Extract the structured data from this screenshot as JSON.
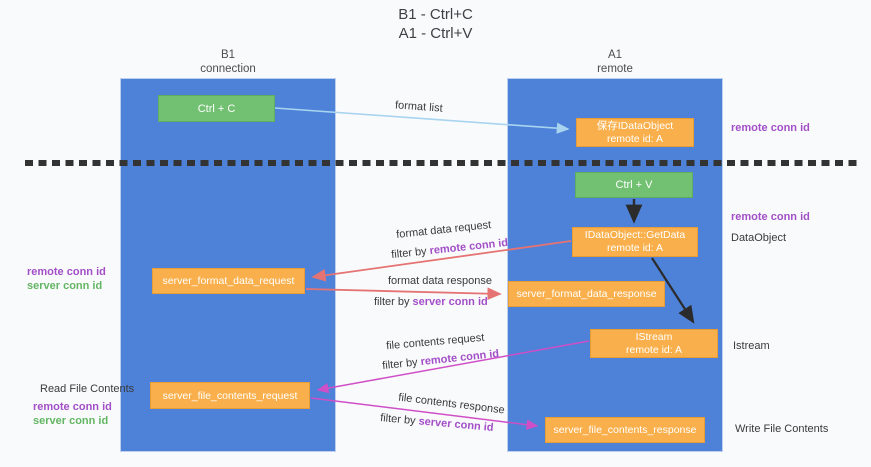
{
  "title": {
    "line1": "B1 - Ctrl+C",
    "line2": "A1 - Ctrl+V"
  },
  "columns": {
    "left": {
      "title": "B1",
      "subtitle": "connection"
    },
    "right": {
      "title": "A1",
      "subtitle": "remote"
    }
  },
  "nodes": {
    "ctrl_c": {
      "label": "Ctrl + C"
    },
    "save_idataobject": {
      "line1": "保存IDataObject",
      "line2": "remote id: A"
    },
    "ctrl_v": {
      "label": "Ctrl + V"
    },
    "getdata": {
      "line1": "IDataObject::GetData",
      "line2": "remote id: A"
    },
    "server_format_data_request": {
      "label": "server_format_data_request"
    },
    "server_format_data_response": {
      "label": "server_format_data_response"
    },
    "istream": {
      "line1": "IStream",
      "line2": "remote id: A"
    },
    "server_file_contents_request": {
      "label": "server_file_contents_request"
    },
    "server_file_contents_response": {
      "label": "server_file_contents_response"
    }
  },
  "edges": {
    "format_list": "format list",
    "format_data_request": "format data request",
    "format_data_response": "format data response",
    "file_contents_request": "file contents request",
    "file_contents_response": "file contents response",
    "filter_by": "filter by",
    "remote_conn_id": "remote conn id",
    "server_conn_id": "server conn id"
  },
  "annotations": {
    "remote_conn_id": "remote conn id",
    "server_conn_id": "server conn id",
    "dataobject": "DataObject",
    "istream": "Istream",
    "read_file_contents": "Read File Contents",
    "write_file_contents": "Write File Contents"
  },
  "colors": {
    "background": "#f9fafb",
    "column_blue": "#4d82d8",
    "box_orange": "#f9b04c",
    "box_green": "#72c072",
    "arrow_red": "#e57373",
    "arrow_magenta": "#cf4fc7",
    "arrow_lightblue": "#a8d4f0",
    "arrow_black": "#2b2b2b",
    "text_purple": "#a24fc8",
    "text_green": "#63b663",
    "dashed_line": "#333333"
  }
}
